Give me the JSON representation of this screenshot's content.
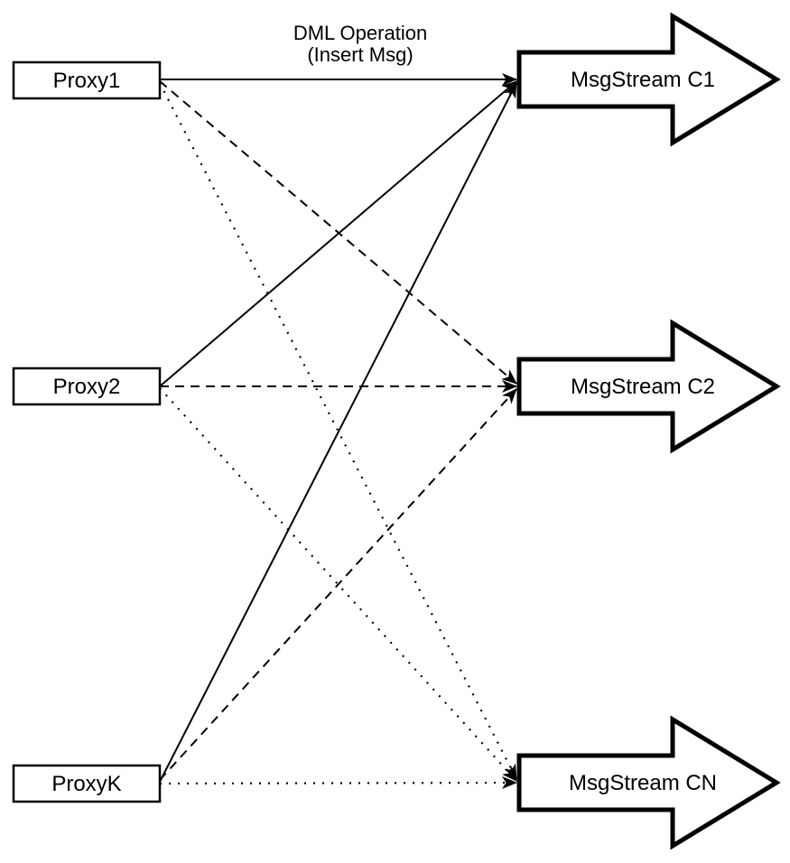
{
  "diagram": {
    "colors": {
      "background": "#ffffff",
      "stroke": "#000000",
      "shape_fill": "#ffffff",
      "text": "#000000"
    },
    "edge_label": {
      "line1": "DML Operation",
      "line2": "(Insert Msg)"
    },
    "proxies": [
      {
        "label": "Proxy1"
      },
      {
        "label": "Proxy2"
      },
      {
        "label": "ProxyK"
      }
    ],
    "streams": [
      {
        "label": "MsgStream C1",
        "incoming_line_style": "solid"
      },
      {
        "label": "MsgStream C2",
        "incoming_line_style": "dashed"
      },
      {
        "label": "MsgStream CN",
        "incoming_line_style": "dotted"
      }
    ],
    "edges": [
      {
        "from": "Proxy1",
        "to": "MsgStream C1",
        "style": "solid",
        "label": "DML Operation (Insert Msg)"
      },
      {
        "from": "Proxy1",
        "to": "MsgStream C2",
        "style": "dashed"
      },
      {
        "from": "Proxy1",
        "to": "MsgStream CN",
        "style": "dotted"
      },
      {
        "from": "Proxy2",
        "to": "MsgStream C1",
        "style": "solid"
      },
      {
        "from": "Proxy2",
        "to": "MsgStream C2",
        "style": "dashed"
      },
      {
        "from": "Proxy2",
        "to": "MsgStream CN",
        "style": "dotted"
      },
      {
        "from": "ProxyK",
        "to": "MsgStream C1",
        "style": "solid"
      },
      {
        "from": "ProxyK",
        "to": "MsgStream C2",
        "style": "dashed"
      },
      {
        "from": "ProxyK",
        "to": "MsgStream CN",
        "style": "dotted"
      }
    ]
  }
}
